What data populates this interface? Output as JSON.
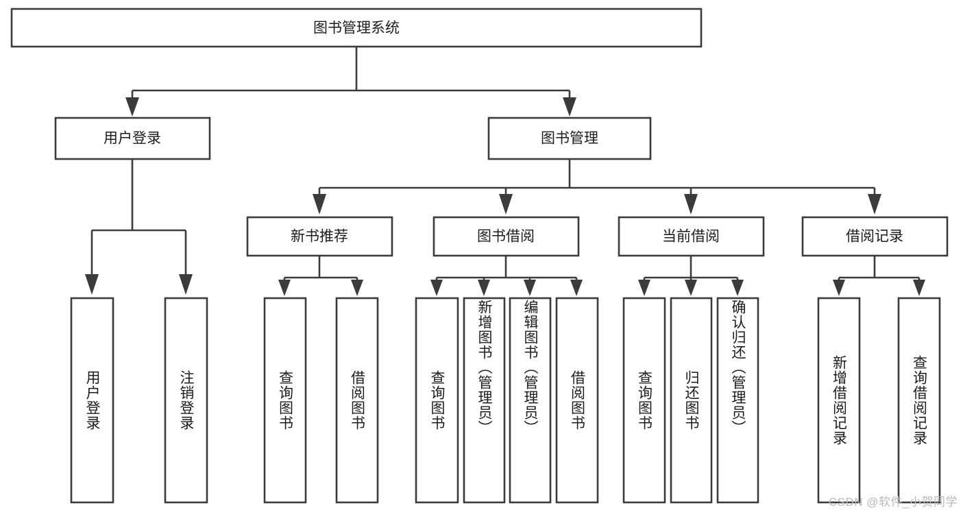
{
  "diagram": {
    "title": "图书管理系统",
    "type": "tree-hierarchy",
    "orientation": "top-down",
    "colors": {
      "box_stroke": "#3b3b3b",
      "box_fill": "#ffffff",
      "connector": "#3b3b3b",
      "text": "#1c1c1c",
      "watermark": "#b9b9b9",
      "background": "#ffffff"
    },
    "root": {
      "label": "图书管理系统"
    },
    "level2": [
      {
        "label": "用户登录"
      },
      {
        "label": "图书管理"
      }
    ],
    "level3": [
      {
        "label": "新书推荐"
      },
      {
        "label": "图书借阅"
      },
      {
        "label": "当前借阅"
      },
      {
        "label": "借阅记录"
      }
    ],
    "leaves": {
      "user_login": [
        {
          "label": "用户登录"
        },
        {
          "label": "注销登录"
        }
      ],
      "new_book_recommend": [
        {
          "label": "查询图书"
        },
        {
          "label": "借阅图书"
        }
      ],
      "book_borrow": [
        {
          "label": "查询图书"
        },
        {
          "label": "新增图书（管理员）"
        },
        {
          "label": "编辑图书（管理员）"
        },
        {
          "label": "借阅图书"
        }
      ],
      "current_borrow": [
        {
          "label": "查询图书"
        },
        {
          "label": "归还图书"
        },
        {
          "label": "确认归还（管理员）"
        }
      ],
      "borrow_record": [
        {
          "label": "新增借阅记录"
        },
        {
          "label": "查询借阅记录"
        }
      ]
    }
  },
  "watermark": {
    "text": "CSDN @软件_小贺同学"
  }
}
